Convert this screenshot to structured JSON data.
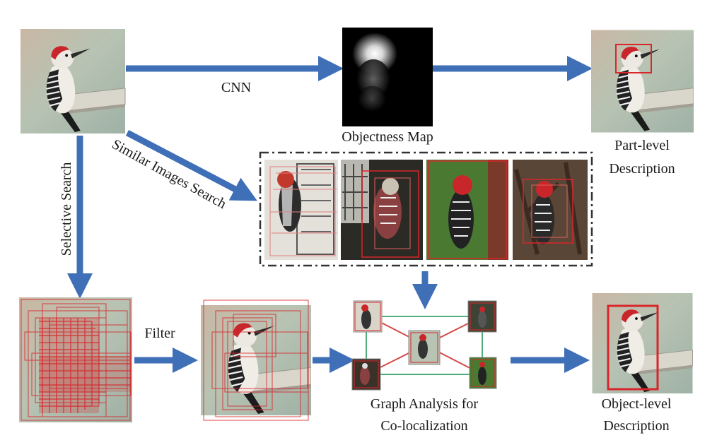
{
  "labels": {
    "cnn": "CNN",
    "objectness_map": "Objectness Map",
    "part_level_1": "Part-level",
    "part_level_2": "Description",
    "similar_images_search": "Similar Images Search",
    "selective_search": "Selective Search",
    "filter": "Filter",
    "graph_analysis_1": "Graph Analysis for",
    "graph_analysis_2": "Co-localization",
    "object_level_1": "Object-level",
    "object_level_2": "Description"
  },
  "colors": {
    "arrow": "#3f6fb6",
    "box": "#d8262b",
    "graph_red": "#d64a4a",
    "graph_green": "#4fae7a",
    "dashed_border": "#333333"
  },
  "images": [
    "input-woodpecker",
    "objectness-heatmap",
    "part-level-woodpecker",
    "similar-image-1",
    "similar-image-2",
    "similar-image-3",
    "similar-image-4",
    "selective-search-proposals",
    "filtered-proposals",
    "object-level-woodpecker"
  ]
}
